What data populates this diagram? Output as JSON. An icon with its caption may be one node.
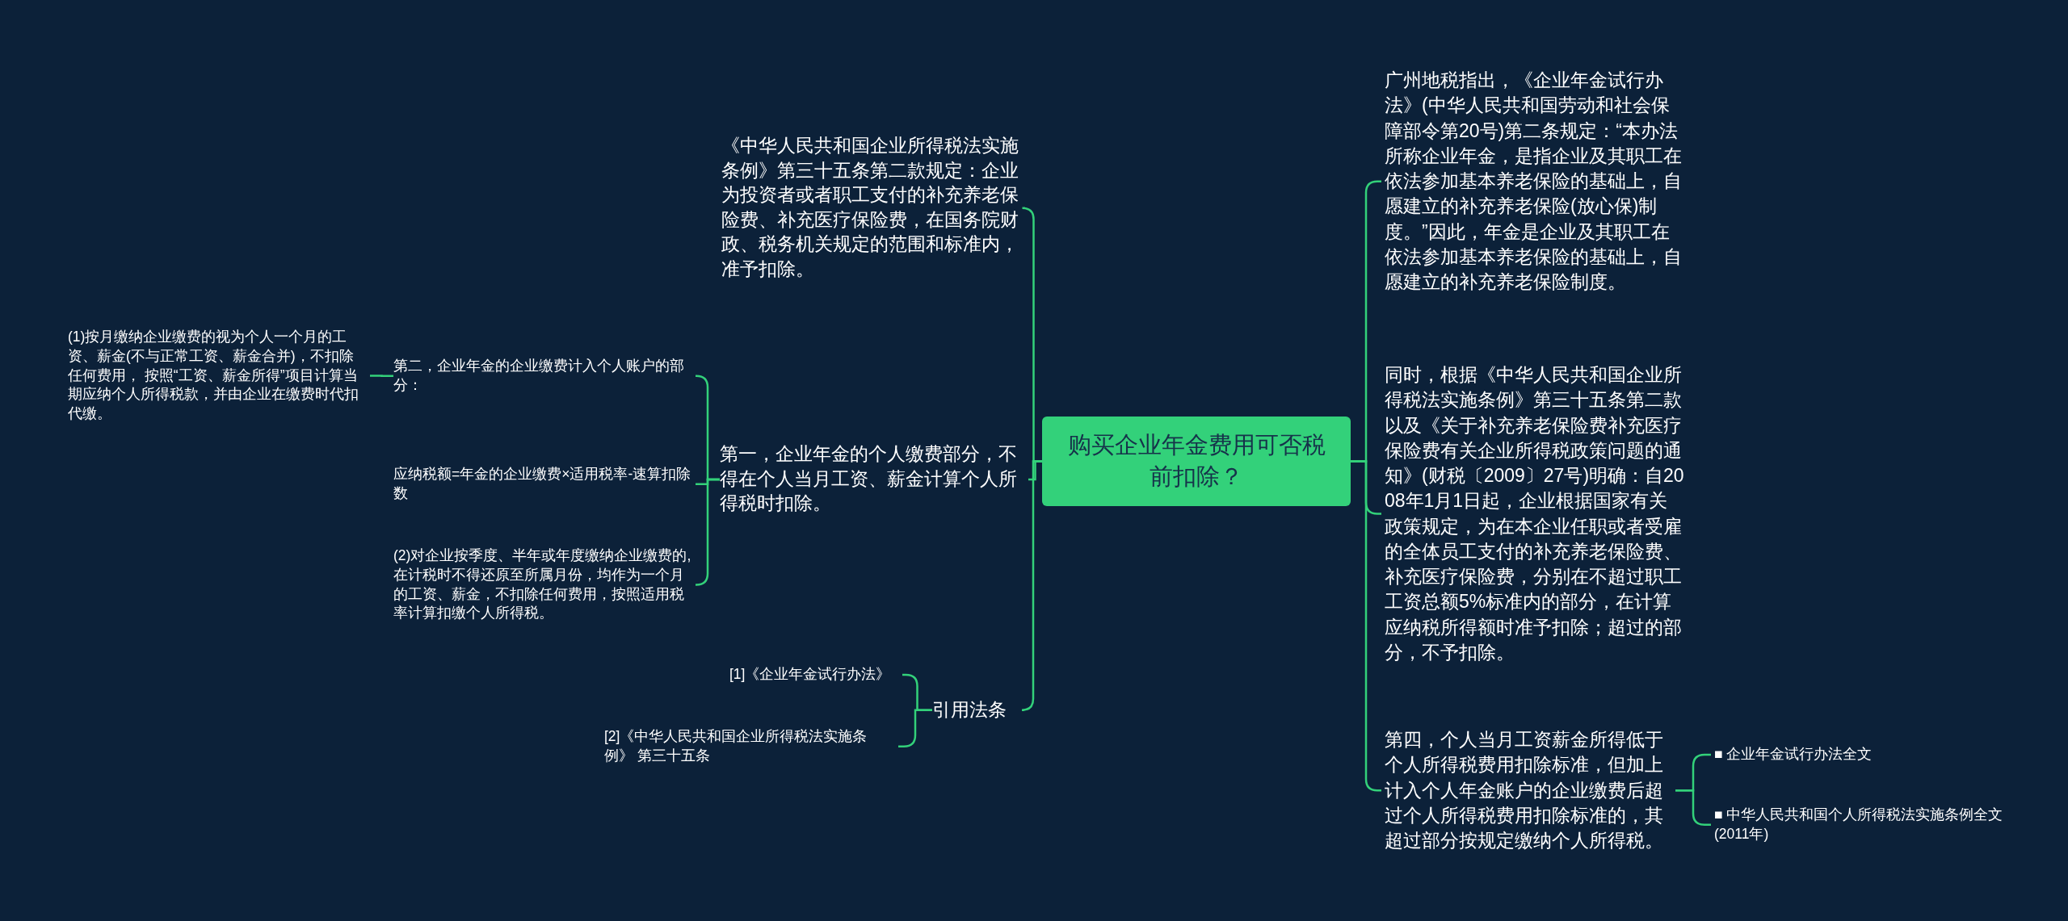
{
  "diagram": {
    "nodes": [
      {
        "text": [
          "购买企业年金费用可否税前扣除？"
        ]
      },
      {
        "text": [
          "《中华人民共和国企业所得税法实施条例》第三十五条第二款规定：企业为投资者或者职工支付的补充养老保险费、补充医疗保险费，在国务院财政、税务机关规定的范围和标准内，准予扣除。"
        ]
      },
      {
        "text": [
          "第一，企业年金的个人缴费部分，不得在个人当月工资、薪金计算个人所得税时扣除。"
        ]
      },
      {
        "text": [
          "引用法条"
        ]
      },
      {
        "text": [
          "第二，企业年金的企业缴费计入个人账户的部分："
        ]
      },
      {
        "text": [
          "应纳税额=年金的企业缴费×适用税率-速算扣除数"
        ]
      },
      {
        "text": [
          "(2)对企业按季度、半年或年度缴纳企业缴费的,在计税时不得还原至所属月份，均作为一个月的工资、薪金，不扣除任何费用，按照适用税率计算扣缴个人所得税。"
        ]
      },
      {
        "text": [
          "(1)按月缴纳企业缴费的视为个人一个月的工资、薪金(不与正常工资、薪金合并)，不扣除任何费用， 按照“工资、薪金所得”项目计算当期应纳个人所得税款，并由企业在缴费时代扣代缴。"
        ]
      },
      {
        "text": [
          "[1]《企业年金试行办法》"
        ]
      },
      {
        "text": [
          "[2]《中华人民共和国企业所得税法实施条例》 第三十五条"
        ]
      },
      {
        "text": [
          "广州地税指出，《企业年金试行办法》(中华人民共和国劳动和社会保障部令第20号)第二条规定：“本办法所称企业年金，是指企业及其职工在依法参加基本养老保险的基础上，自愿建立的补充养老保险(放心保)制度。”因此，年金是企业及其职工在依法参加基本养老保险的基础上，自愿建立的补充养老保险制度。"
        ]
      },
      {
        "text": [
          "同时，根据《中华人民共和国企业所得税法实施条例》第三十五条第二款以及《关于补充养老保险费补充医疗保险费有关企业所得税政策问题的通知》(财税〔2009〕27号)明确：自2008年1月1日起，企业根据国家有关政策规定，为在本企业任职或者受雇的全体员工支付的补充养老保险费、补充医疗保险费，分别在不超过职工工资总额5%标准内的部分，在计算应纳税所得额时准予扣除；超过的部分，不予扣除。"
        ]
      },
      {
        "text": [
          "第四，个人当月工资薪金所得低于个人所得税费用扣除标准，但加上计入个人年金账户的企业缴费后超过个人所得税费用扣除标准的，其超过部分按规定缴纳个人所得税。"
        ]
      },
      {
        "text": [
          "■ 企业年金试行办法全文"
        ]
      },
      {
        "text": [
          "■ 中华人民共和国个人所得税法实施条例全文(2011年)"
        ]
      }
    ],
    "edges": [
      {
        "from": 0,
        "to": 1,
        "arrow": "none"
      },
      {
        "from": 0,
        "to": 2,
        "arrow": "none"
      },
      {
        "from": 0,
        "to": 3,
        "arrow": "none"
      },
      {
        "from": 2,
        "to": 4,
        "arrow": "none"
      },
      {
        "from": 2,
        "to": 5,
        "arrow": "none"
      },
      {
        "from": 2,
        "to": 6,
        "arrow": "none"
      },
      {
        "from": 4,
        "to": 7,
        "arrow": "none"
      },
      {
        "from": 3,
        "to": 8,
        "arrow": "none"
      },
      {
        "from": 3,
        "to": 9,
        "arrow": "none"
      },
      {
        "from": 0,
        "to": 10,
        "arrow": "none"
      },
      {
        "from": 0,
        "to": 11,
        "arrow": "none"
      },
      {
        "from": 0,
        "to": 12,
        "arrow": "none"
      },
      {
        "from": 12,
        "to": 13,
        "arrow": "none"
      },
      {
        "from": 12,
        "to": 14,
        "arrow": "none"
      }
    ]
  }
}
